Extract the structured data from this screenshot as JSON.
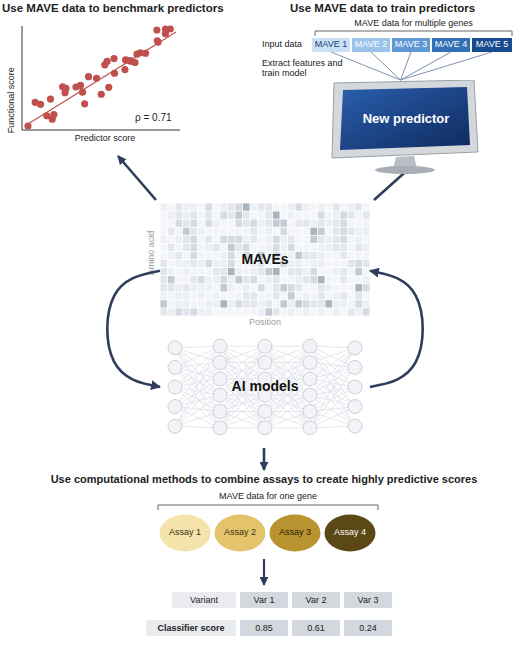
{
  "diagram": {
    "nodes": [
      {
        "text": [
          "MAVE 1"
        ]
      },
      {
        "text": [
          "MAVE 2"
        ]
      },
      {
        "text": [
          "MAVE 3"
        ]
      },
      {
        "text": [
          "MAVE 4"
        ]
      },
      {
        "text": [
          "MAVE 5"
        ]
      },
      {
        "text": [
          "New predictor"
        ]
      },
      {
        "text": [
          "MAVEs"
        ]
      },
      {
        "text": [
          "AI models"
        ]
      },
      {
        "text": [
          "Assay 1"
        ]
      },
      {
        "text": [
          "Assay 2"
        ]
      },
      {
        "text": [
          "Assay 3"
        ]
      },
      {
        "text": [
          "Assay 4"
        ]
      }
    ],
    "edges": [
      {
        "from": 0,
        "to": 5,
        "arrow": "none"
      },
      {
        "from": 1,
        "to": 5,
        "arrow": "none"
      },
      {
        "from": 2,
        "to": 5,
        "arrow": "none"
      },
      {
        "from": 3,
        "to": 5,
        "arrow": "none"
      },
      {
        "from": 4,
        "to": 5,
        "arrow": "none"
      },
      {
        "from": 6,
        "to": 7,
        "arrow": "to"
      },
      {
        "from": 7,
        "to": 6,
        "arrow": "to"
      }
    ],
    "labels": [
      "Use MAVE data to benchmark predictors",
      "Functional score",
      "Predictor score",
      "ρ = 0.71",
      "Use MAVE data to train predictors",
      "MAVE data for multiple genes",
      "Input data",
      "Extract features and train model",
      "Amino acid",
      "Position",
      "Use computational methods to combine assays to create highly predictive scores",
      "MAVE data for one gene",
      "Variant",
      "Var 1",
      "Var 2",
      "Var 3",
      "Classifier score",
      "0.85",
      "0.61",
      "0.24"
    ]
  }
}
